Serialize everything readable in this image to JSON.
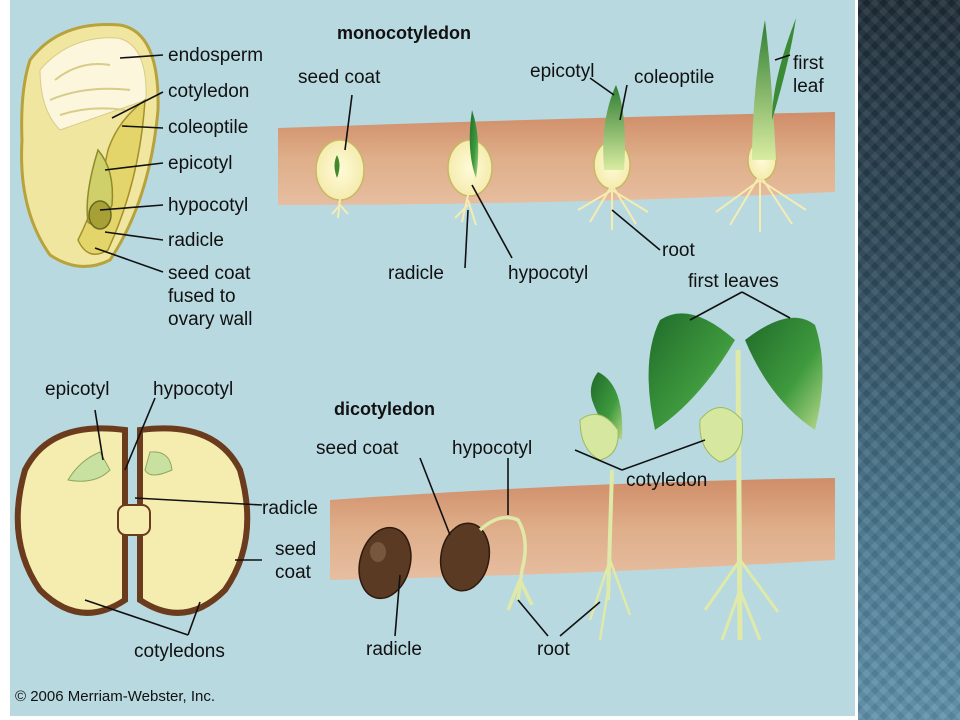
{
  "slide": {
    "background": "#ffffff",
    "plate_color": "#b9d9e1",
    "soil_color": "#d9a07a",
    "sidebar_color": "#2c4758"
  },
  "diagram": {
    "monocot": {
      "heading": "monocotyledon",
      "seed_labels": [
        "endosperm",
        "cotyledon",
        "coleoptile",
        "epicotyl",
        "hypocotyl",
        "radicle"
      ],
      "seed_coat_fused": "seed coat\nfused to\novary wall",
      "seed_coat": "seed coat",
      "epicotyl": "epicotyl",
      "coleoptile": "coleoptile",
      "first_leaf": "first\nleaf",
      "radicle": "radicle",
      "hypocotyl": "hypocotyl",
      "root": "root"
    },
    "dicot": {
      "heading": "dicotyledon",
      "epicotyl": "epicotyl",
      "hypocotyl_seed": "hypocotyl",
      "radicle_seed": "radicle",
      "seed_coat_label": "seed\ncoat",
      "cotyledons": "cotyledons",
      "seed_coat": "seed coat",
      "hypocotyl": "hypocotyl",
      "first_leaves": "first leaves",
      "cotyledon": "cotyledon",
      "radicle": "radicle",
      "root": "root"
    },
    "copyright": "© 2006 Merriam-Webster, Inc."
  }
}
